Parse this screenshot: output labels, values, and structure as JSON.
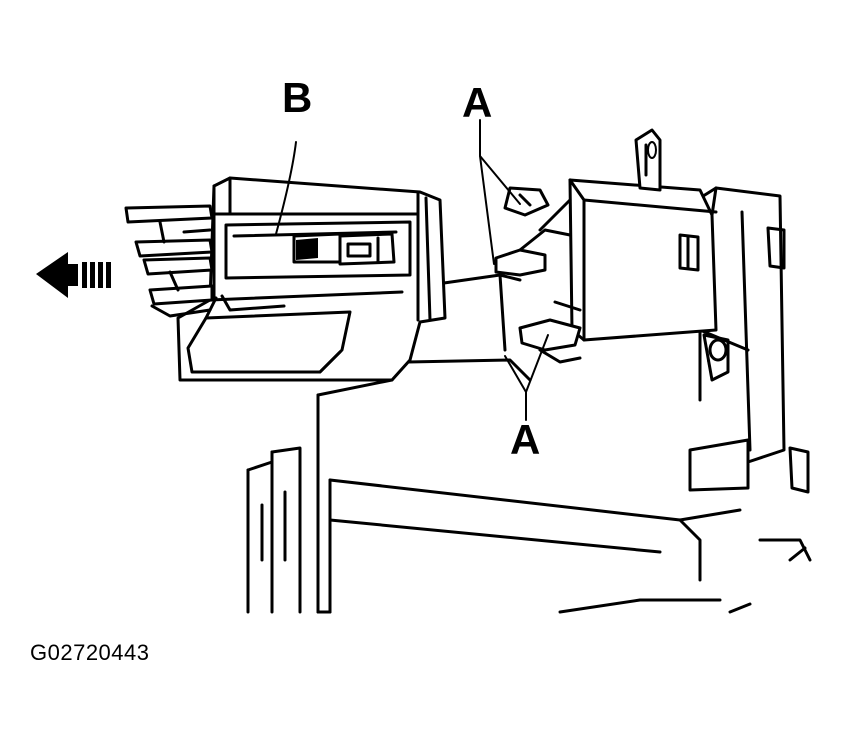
{
  "figure": {
    "code": "G02720443"
  },
  "callouts": {
    "b_label": "B",
    "a_top_label": "A",
    "a_bottom_label": "A"
  },
  "icons": {
    "direction_arrow": "removal-direction-arrow-icon"
  },
  "colors": {
    "line": "#000000",
    "background": "#ffffff"
  }
}
